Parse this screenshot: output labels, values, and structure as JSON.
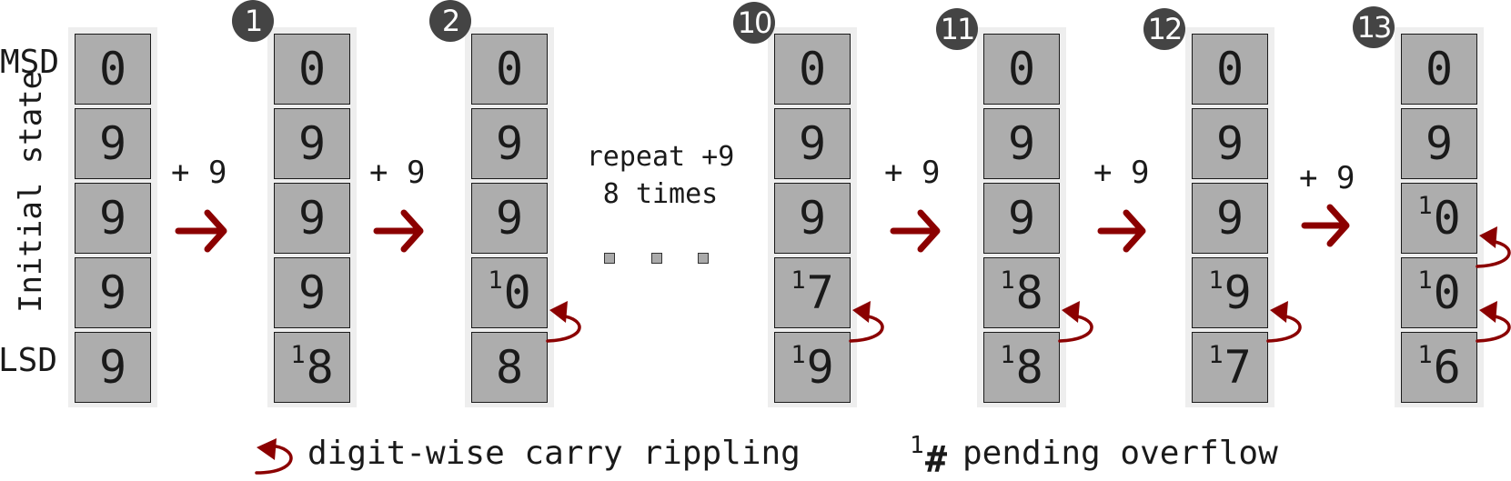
{
  "labels": {
    "msd": "MSD",
    "lsd": "LSD",
    "initial_state": "Initial state"
  },
  "steps": [
    {
      "badge": "",
      "digits": [
        {
          "sup": "",
          "d": "0"
        },
        {
          "sup": "",
          "d": "9"
        },
        {
          "sup": "",
          "d": "9"
        },
        {
          "sup": "",
          "d": "9"
        },
        {
          "sup": "",
          "d": "9"
        }
      ],
      "carries": []
    },
    {
      "badge": "1",
      "digits": [
        {
          "sup": "",
          "d": "0"
        },
        {
          "sup": "",
          "d": "9"
        },
        {
          "sup": "",
          "d": "9"
        },
        {
          "sup": "",
          "d": "9"
        },
        {
          "sup": "1",
          "d": "8"
        }
      ],
      "carries": []
    },
    {
      "badge": "2",
      "digits": [
        {
          "sup": "",
          "d": "0"
        },
        {
          "sup": "",
          "d": "9"
        },
        {
          "sup": "",
          "d": "9"
        },
        {
          "sup": "1",
          "d": "0"
        },
        {
          "sup": "",
          "d": "8"
        }
      ],
      "carries": [
        3
      ]
    },
    {
      "badge": "10",
      "digits": [
        {
          "sup": "",
          "d": "0"
        },
        {
          "sup": "",
          "d": "9"
        },
        {
          "sup": "",
          "d": "9"
        },
        {
          "sup": "1",
          "d": "7"
        },
        {
          "sup": "1",
          "d": "9"
        }
      ],
      "carries": [
        3
      ]
    },
    {
      "badge": "11",
      "digits": [
        {
          "sup": "",
          "d": "0"
        },
        {
          "sup": "",
          "d": "9"
        },
        {
          "sup": "",
          "d": "9"
        },
        {
          "sup": "1",
          "d": "8"
        },
        {
          "sup": "1",
          "d": "8"
        }
      ],
      "carries": [
        3
      ]
    },
    {
      "badge": "12",
      "digits": [
        {
          "sup": "",
          "d": "0"
        },
        {
          "sup": "",
          "d": "9"
        },
        {
          "sup": "",
          "d": "9"
        },
        {
          "sup": "1",
          "d": "9"
        },
        {
          "sup": "1",
          "d": "7"
        }
      ],
      "carries": [
        3
      ]
    },
    {
      "badge": "13",
      "digits": [
        {
          "sup": "",
          "d": "0"
        },
        {
          "sup": "",
          "d": "9"
        },
        {
          "sup": "1",
          "d": "0"
        },
        {
          "sup": "1",
          "d": "0"
        },
        {
          "sup": "1",
          "d": "6"
        }
      ],
      "carries": [
        2,
        3
      ]
    }
  ],
  "operations": [
    "+ 9",
    "+ 9",
    "+ 9",
    "+ 9",
    "+ 9"
  ],
  "repeat_text": {
    "line1": "repeat +9",
    "line2": "8 times"
  },
  "legend": {
    "carry_label": "digit-wise carry rippling",
    "overflow_sup": "1",
    "overflow_hash": "#",
    "overflow_label": "pending overflow"
  },
  "colors": {
    "arrow": "#8b0000",
    "cell": "#adadad",
    "badge": "#444444",
    "column_bg": "#eeeeee"
  }
}
